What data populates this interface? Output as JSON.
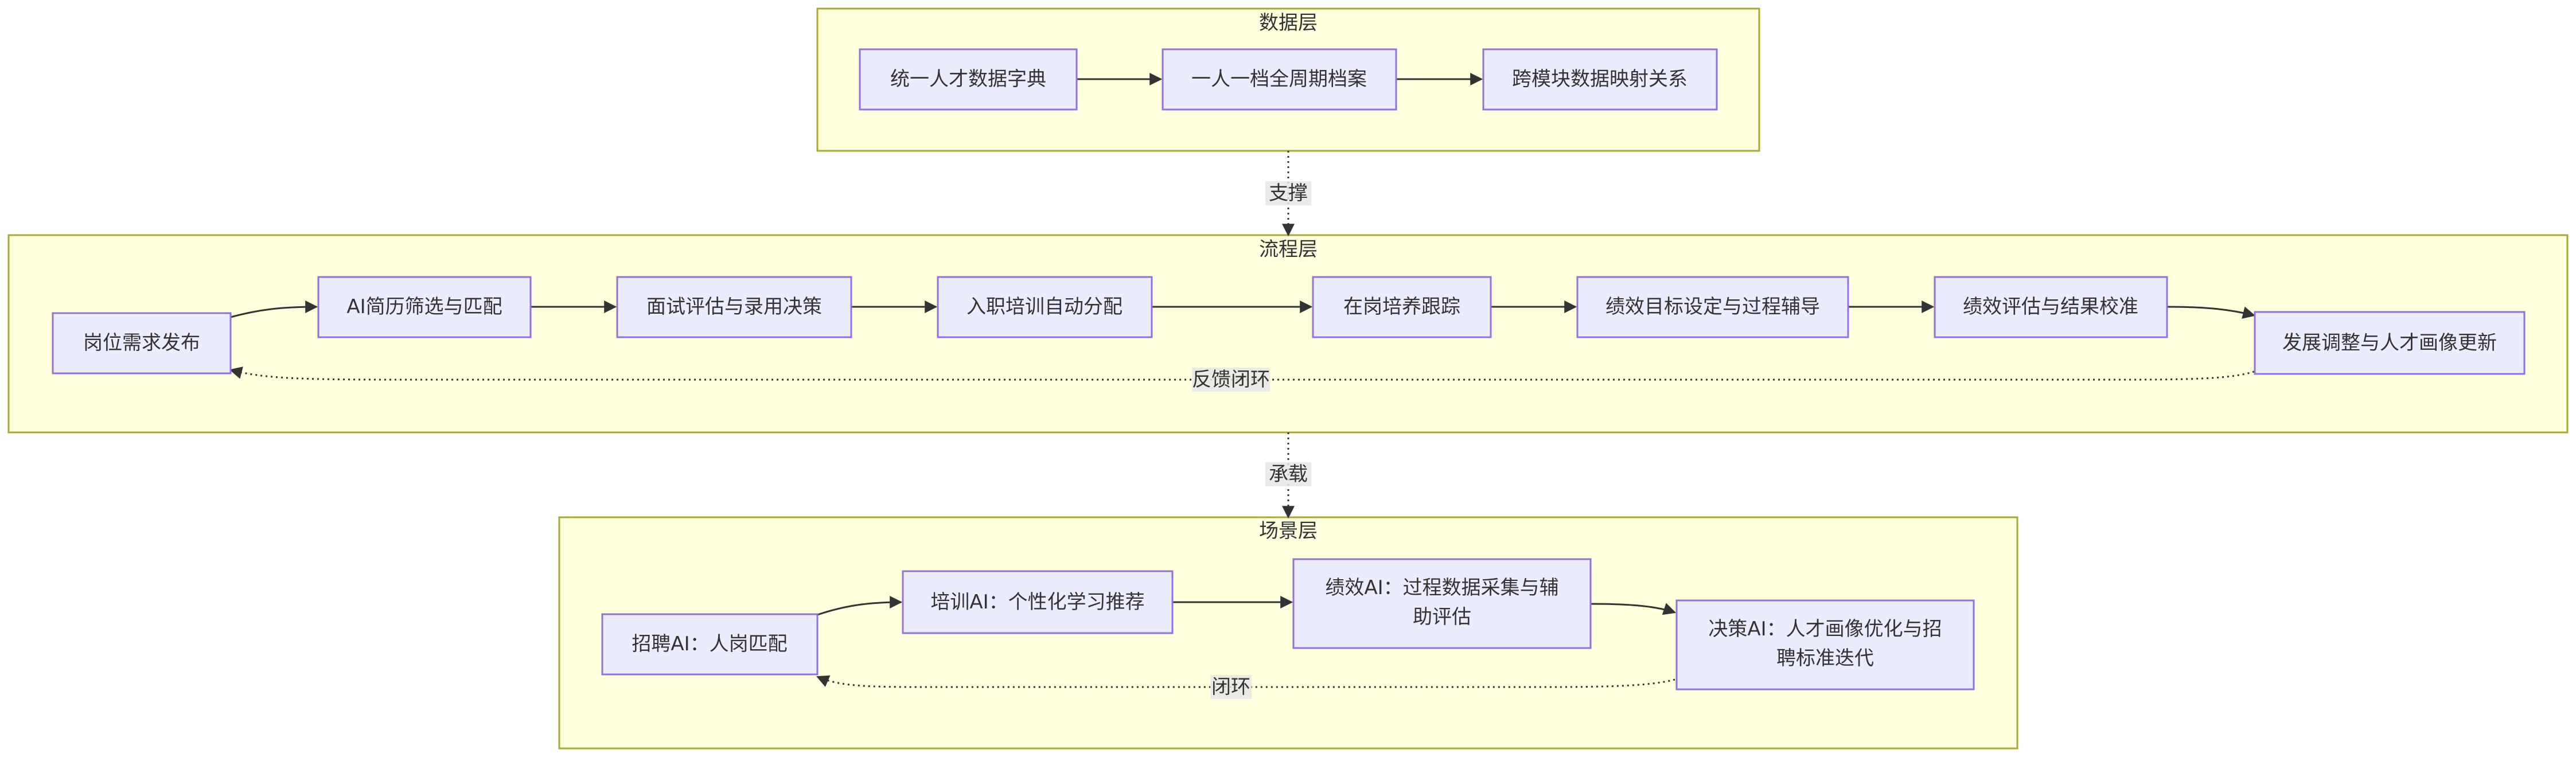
{
  "clusters": {
    "data_layer": {
      "title": "数据层"
    },
    "process_layer": {
      "title": "流程层"
    },
    "scene_layer": {
      "title": "场景层"
    }
  },
  "nodes": {
    "data_dictionary": "统一人才数据字典",
    "full_cycle_archive": "一人一档全周期档案",
    "cross_module_mapping": "跨模块数据映射关系",
    "job_demand": "岗位需求发布",
    "ai_resume_screening": "AI简历筛选与匹配",
    "interview_decision": "面试评估与录用决策",
    "onboarding_training": "入职培训自动分配",
    "on_job_tracking": "在岗培养跟踪",
    "performance_goal": "绩效目标设定与过程辅导",
    "performance_eval": "绩效评估与结果校准",
    "development_update": "发展调整与人才画像更新",
    "recruit_ai": "招聘AI：人岗匹配",
    "training_ai": "培训AI：个性化学习推荐",
    "performance_ai": {
      "line1": "绩效AI：过程数据采集与辅",
      "line2": "助评估"
    },
    "decision_ai": {
      "line1": "决策AI：人才画像优化与招",
      "line2": "聘标准迭代"
    }
  },
  "edge_labels": {
    "support": "支撑",
    "carry": "承载",
    "feedback_loop": "反馈闭环",
    "closed_loop": "闭环"
  },
  "colors": {
    "cluster_fill": "#ffffde",
    "cluster_stroke": "#aaaa33",
    "node_fill": "#ececff",
    "node_stroke": "#9370db",
    "edge": "#333333"
  }
}
